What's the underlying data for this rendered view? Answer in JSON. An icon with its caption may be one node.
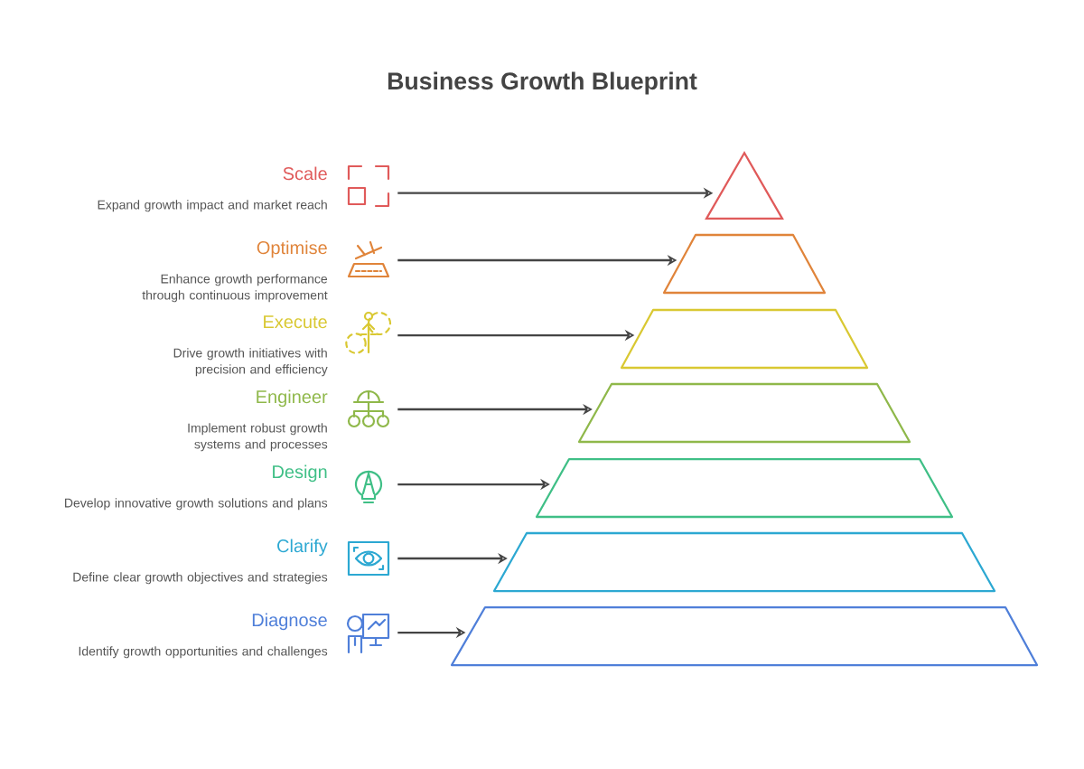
{
  "diagram": {
    "title": "Business Growth Blueprint",
    "nodes": [
      {
        "text": [],
        "shape": "picture",
        "beside": [
          "Scale",
          "Expand growth impact and market reach"
        ]
      },
      {
        "text": [],
        "shape": "picture",
        "beside": [
          "Optimise",
          "Enhance growth performance through continuous improvement"
        ]
      },
      {
        "text": [],
        "shape": "picture",
        "beside": [
          "Execute",
          "Drive growth initiatives with precision and efficiency"
        ]
      },
      {
        "text": [],
        "shape": "picture",
        "beside": [
          "Engineer",
          "Implement robust growth systems and processes"
        ]
      },
      {
        "text": [],
        "shape": "picture",
        "beside": [
          "Design",
          "Develop innovative growth solutions and plans"
        ]
      },
      {
        "text": [],
        "shape": "picture",
        "beside": [
          "Clarify",
          "Define clear growth objectives and strategies"
        ]
      },
      {
        "text": [],
        "shape": "picture",
        "beside": [
          "Diagnose",
          "Identify growth opportunities and challenges"
        ]
      },
      {
        "text": [],
        "shape": "triangle"
      },
      {
        "text": [],
        "shape": "trapezoid"
      },
      {
        "text": [],
        "shape": "trapezoid"
      },
      {
        "text": [],
        "shape": "trapezoid"
      },
      {
        "text": [],
        "shape": "trapezoid"
      },
      {
        "text": [],
        "shape": "trapezoid"
      },
      {
        "text": [],
        "shape": "trapezoid"
      }
    ],
    "edges": [
      {
        "from": 0,
        "to": 7,
        "arrow": "to"
      },
      {
        "from": 1,
        "to": 8,
        "arrow": "to"
      },
      {
        "from": 2,
        "to": 9,
        "arrow": "to"
      },
      {
        "from": 3,
        "to": 10,
        "arrow": "to"
      },
      {
        "from": 4,
        "to": 11,
        "arrow": "to"
      },
      {
        "from": 5,
        "to": 12,
        "arrow": "to"
      },
      {
        "from": 6,
        "to": 13,
        "arrow": "to"
      }
    ]
  }
}
